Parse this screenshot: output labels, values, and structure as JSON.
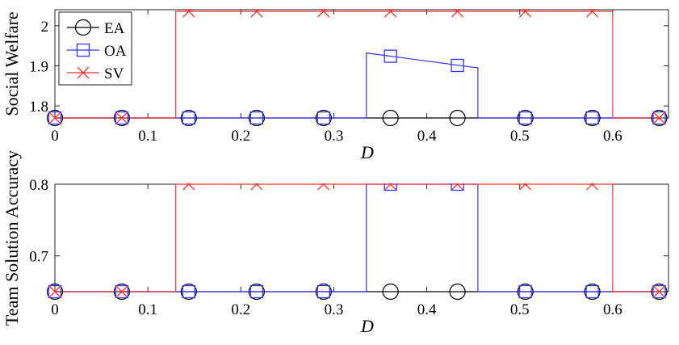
{
  "figure": {
    "legend": {
      "placement": "top-left",
      "entries": [
        {
          "label": "EA",
          "marker": "circle",
          "color": "#000000"
        },
        {
          "label": "OA",
          "marker": "square",
          "color": "#3333ff"
        },
        {
          "label": "SV",
          "marker": "x",
          "color": "#ff3333"
        }
      ]
    }
  },
  "chart_data": [
    {
      "type": "line",
      "title": "",
      "xlabel": "D",
      "ylabel": "Social Welfare",
      "xlim": [
        0,
        0.66
      ],
      "ylim": [
        1.77,
        2.04
      ],
      "xticks": [
        0,
        0.1,
        0.2,
        0.3,
        0.4,
        0.5,
        0.6
      ],
      "xtick_labels": [
        "0",
        "0.1",
        "0.2",
        "0.3",
        "0.4",
        "0.5",
        "0.6"
      ],
      "yticks": [
        1.8,
        1.9,
        2.0
      ],
      "ytick_labels": [
        "1.8",
        "1.9",
        "2"
      ],
      "grid": false,
      "series": [
        {
          "name": "EA",
          "color": "#000000",
          "marker": "circle",
          "line": [
            [
              0,
              1.77
            ],
            [
              0.65,
              1.77
            ]
          ],
          "markers": [
            [
              0,
              1.77
            ],
            [
              0.072,
              1.77
            ],
            [
              0.144,
              1.77
            ],
            [
              0.217,
              1.77
            ],
            [
              0.289,
              1.77
            ],
            [
              0.361,
              1.77
            ],
            [
              0.433,
              1.77
            ],
            [
              0.506,
              1.77
            ],
            [
              0.578,
              1.77
            ],
            [
              0.65,
              1.77
            ]
          ]
        },
        {
          "name": "OA",
          "color": "#3333ff",
          "marker": "square",
          "line": [
            [
              0,
              1.77
            ],
            [
              0.335,
              1.77
            ],
            [
              0.335,
              1.932
            ],
            [
              0.455,
              1.895
            ],
            [
              0.455,
              1.77
            ],
            [
              0.65,
              1.77
            ]
          ],
          "markers": [
            [
              0,
              1.77
            ],
            [
              0.072,
              1.77
            ],
            [
              0.144,
              1.77
            ],
            [
              0.217,
              1.77
            ],
            [
              0.289,
              1.77
            ],
            [
              0.361,
              1.924
            ],
            [
              0.433,
              1.901
            ],
            [
              0.506,
              1.77
            ],
            [
              0.578,
              1.77
            ],
            [
              0.65,
              1.77
            ]
          ]
        },
        {
          "name": "SV",
          "color": "#ff3333",
          "marker": "x",
          "line": [
            [
              0,
              1.77
            ],
            [
              0.13,
              1.77
            ],
            [
              0.13,
              2.036
            ],
            [
              0.6,
              2.036
            ],
            [
              0.6,
              1.77
            ],
            [
              0.65,
              1.77
            ]
          ],
          "markers": [
            [
              0,
              1.77
            ],
            [
              0.072,
              1.77
            ],
            [
              0.144,
              2.036
            ],
            [
              0.217,
              2.036
            ],
            [
              0.289,
              2.036
            ],
            [
              0.361,
              2.036
            ],
            [
              0.433,
              2.036
            ],
            [
              0.506,
              2.036
            ],
            [
              0.578,
              2.036
            ],
            [
              0.65,
              1.77
            ]
          ]
        }
      ]
    },
    {
      "type": "line",
      "title": "",
      "xlabel": "D",
      "ylabel": "Team Solution Accuracy",
      "xlim": [
        0,
        0.66
      ],
      "ylim": [
        0.65,
        0.8
      ],
      "xticks": [
        0,
        0.1,
        0.2,
        0.3,
        0.4,
        0.5,
        0.6
      ],
      "xtick_labels": [
        "0",
        "0.1",
        "0.2",
        "0.3",
        "0.4",
        "0.5",
        "0.6"
      ],
      "yticks": [
        0.7,
        0.8
      ],
      "ytick_labels": [
        "0.7",
        "0.8"
      ],
      "grid": false,
      "series": [
        {
          "name": "EA",
          "color": "#000000",
          "marker": "circle",
          "line": [
            [
              0,
              0.65
            ],
            [
              0.65,
              0.65
            ]
          ],
          "markers": [
            [
              0,
              0.65
            ],
            [
              0.072,
              0.65
            ],
            [
              0.144,
              0.65
            ],
            [
              0.217,
              0.65
            ],
            [
              0.289,
              0.65
            ],
            [
              0.361,
              0.65
            ],
            [
              0.433,
              0.65
            ],
            [
              0.506,
              0.65
            ],
            [
              0.578,
              0.65
            ],
            [
              0.65,
              0.65
            ]
          ]
        },
        {
          "name": "OA",
          "color": "#3333ff",
          "marker": "square",
          "line": [
            [
              0,
              0.65
            ],
            [
              0.335,
              0.65
            ],
            [
              0.335,
              0.8
            ],
            [
              0.455,
              0.8
            ],
            [
              0.455,
              0.65
            ],
            [
              0.65,
              0.65
            ]
          ],
          "markers": [
            [
              0,
              0.65
            ],
            [
              0.072,
              0.65
            ],
            [
              0.144,
              0.65
            ],
            [
              0.217,
              0.65
            ],
            [
              0.289,
              0.65
            ],
            [
              0.361,
              0.8
            ],
            [
              0.433,
              0.8
            ],
            [
              0.506,
              0.65
            ],
            [
              0.578,
              0.65
            ],
            [
              0.65,
              0.65
            ]
          ]
        },
        {
          "name": "SV",
          "color": "#ff3333",
          "marker": "x",
          "line": [
            [
              0,
              0.65
            ],
            [
              0.13,
              0.65
            ],
            [
              0.13,
              0.8
            ],
            [
              0.6,
              0.8
            ],
            [
              0.6,
              0.65
            ],
            [
              0.65,
              0.65
            ]
          ],
          "markers": [
            [
              0,
              0.65
            ],
            [
              0.072,
              0.65
            ],
            [
              0.144,
              0.8
            ],
            [
              0.217,
              0.8
            ],
            [
              0.289,
              0.8
            ],
            [
              0.361,
              0.8
            ],
            [
              0.433,
              0.8
            ],
            [
              0.506,
              0.8
            ],
            [
              0.578,
              0.8
            ],
            [
              0.65,
              0.65
            ]
          ]
        }
      ]
    }
  ]
}
